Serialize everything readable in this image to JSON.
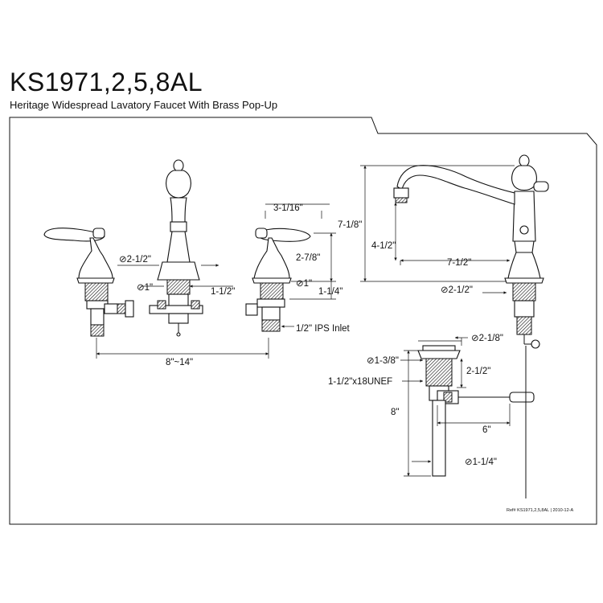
{
  "header": {
    "model": "KS1971,2,5,8AL",
    "description": "Heritage Widespread Lavatory Faucet With Brass Pop-Up"
  },
  "dimensions": {
    "handle_base_dia": "⊘2-1/2\"",
    "spout_base_dia": "⊘1\"",
    "shank_length": "1-1/2\"",
    "spout_height_small": "3-1/16\"",
    "handle_height": "2-7/8\"",
    "handle_shank_dia": "⊘1\"",
    "handle_shank_len": "1-1/4\"",
    "ips_inlet": "1/2\" IPS Inlet",
    "spread": "8\"~14\"",
    "total_height": "7-1/8\"",
    "spout_clearance": "4-1/2\"",
    "spout_reach": "7-1/2\"",
    "side_base_dia": "⊘2-1/2\"",
    "drain_flange_dia": "⊘2-1/8\"",
    "drain_body_dia": "⊘1-3/8\"",
    "drain_body_len": "2-1/2\"",
    "drain_thread": "1-1/2\"x18UNEF",
    "drain_length": "8\"",
    "rod_length": "6\"",
    "tailpiece_dia": "⊘1-1/4\""
  },
  "footer": {
    "ref": "Ref# KS1971,2,5,8AL | 2010-12-A"
  }
}
